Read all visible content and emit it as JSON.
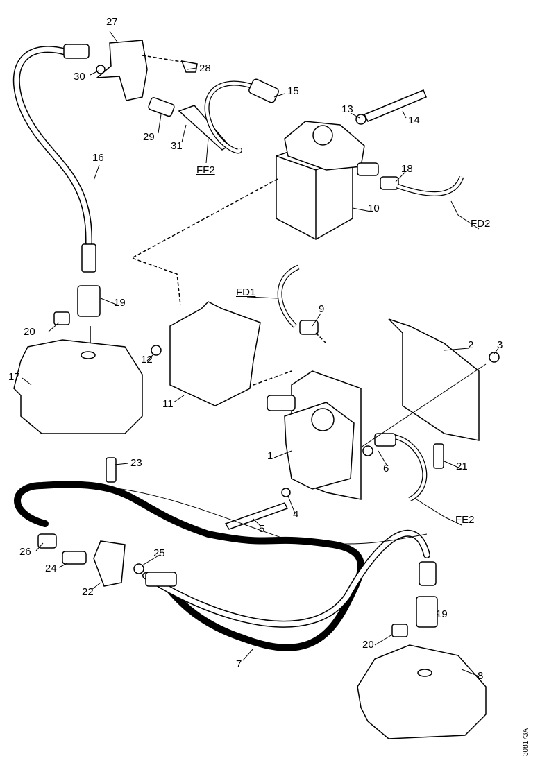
{
  "diagram": {
    "part_labels": [
      {
        "id": "27",
        "text": "27"
      },
      {
        "id": "30",
        "text": "30"
      },
      {
        "id": "28",
        "text": "28"
      },
      {
        "id": "15",
        "text": "15"
      },
      {
        "id": "13",
        "text": "13"
      },
      {
        "id": "14",
        "text": "14"
      },
      {
        "id": "29",
        "text": "29"
      },
      {
        "id": "31",
        "text": "31"
      },
      {
        "id": "16",
        "text": "16"
      },
      {
        "id": "18",
        "text": "18"
      },
      {
        "id": "10",
        "text": "10"
      },
      {
        "id": "9",
        "text": "9"
      },
      {
        "id": "19a",
        "text": "19"
      },
      {
        "id": "20a",
        "text": "20"
      },
      {
        "id": "12",
        "text": "12"
      },
      {
        "id": "11",
        "text": "11"
      },
      {
        "id": "17",
        "text": "17"
      },
      {
        "id": "3",
        "text": "3"
      },
      {
        "id": "2",
        "text": "2"
      },
      {
        "id": "1",
        "text": "1"
      },
      {
        "id": "6",
        "text": "6"
      },
      {
        "id": "21",
        "text": "21"
      },
      {
        "id": "23",
        "text": "23"
      },
      {
        "id": "4",
        "text": "4"
      },
      {
        "id": "5",
        "text": "5"
      },
      {
        "id": "26",
        "text": "26"
      },
      {
        "id": "24",
        "text": "24"
      },
      {
        "id": "25",
        "text": "25"
      },
      {
        "id": "22",
        "text": "22"
      },
      {
        "id": "19b",
        "text": "19"
      },
      {
        "id": "20b",
        "text": "20"
      },
      {
        "id": "7",
        "text": "7"
      },
      {
        "id": "8",
        "text": "8"
      }
    ],
    "references": {
      "ff2": "FF2",
      "fd2": "FD2",
      "fd1": "FD1",
      "fe2": "FE2"
    },
    "drawing_code": "308173A"
  }
}
